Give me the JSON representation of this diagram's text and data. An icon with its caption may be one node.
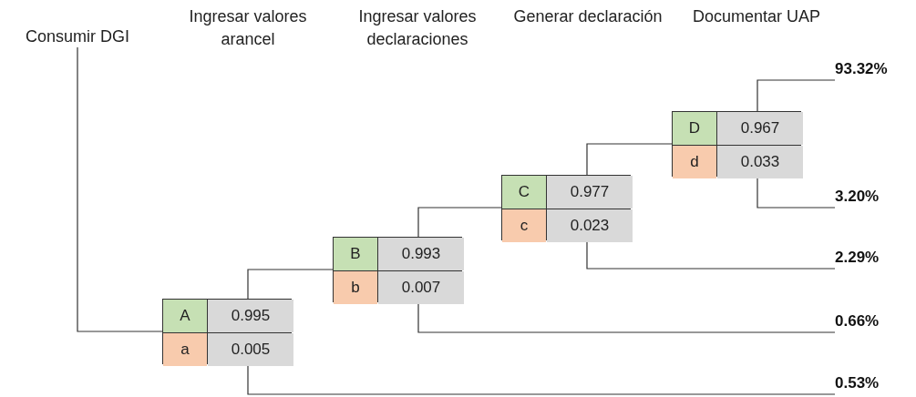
{
  "diagram": {
    "nodes": [
      {
        "text": [
          "Consumir DGI"
        ]
      },
      {
        "text": [
          "A",
          "0.995",
          "a",
          "0.005"
        ]
      },
      {
        "text": [
          "B",
          "0.993",
          "b",
          "0.007"
        ]
      },
      {
        "text": [
          "C",
          "0.977",
          "c",
          "0.023"
        ]
      },
      {
        "text": [
          "D",
          "0.967",
          "d",
          "0.033"
        ]
      },
      {
        "text": [
          "93.32%"
        ]
      },
      {
        "text": [
          "3.20%"
        ]
      },
      {
        "text": [
          "2.29%"
        ]
      },
      {
        "text": [
          "0.66%"
        ]
      },
      {
        "text": [
          "0.53%"
        ]
      }
    ],
    "edges": [
      {
        "from": 0,
        "to": 1,
        "arrow": "none"
      },
      {
        "from": 1,
        "to": 2,
        "arrow": "none"
      },
      {
        "from": 1,
        "to": 9,
        "arrow": "none"
      },
      {
        "from": 2,
        "to": 3,
        "arrow": "none"
      },
      {
        "from": 2,
        "to": 8,
        "arrow": "none"
      },
      {
        "from": 3,
        "to": 4,
        "arrow": "none"
      },
      {
        "from": 3,
        "to": 7,
        "arrow": "none"
      },
      {
        "from": 4,
        "to": 5,
        "arrow": "none"
      },
      {
        "from": 4,
        "to": 6,
        "arrow": "none"
      }
    ],
    "labels": [
      "Ingresar valores arancel",
      "Ingresar valores declaraciones",
      "Generar declaración",
      "Documentar UAP"
    ]
  }
}
